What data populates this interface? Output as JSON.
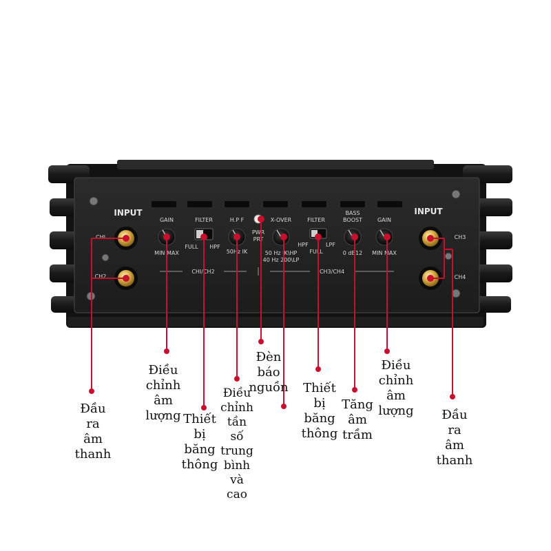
{
  "panel": {
    "input_left": "INPUT",
    "input_right": "INPUT",
    "ch1": "CHI",
    "ch2": "CH2",
    "ch3": "CH3",
    "ch4": "CH4",
    "gain1": "GAIN",
    "gain1_range": "MIN  MAX",
    "filter1": "FILTER",
    "filter1_full": "FULL",
    "filter1_hpf": "HPF",
    "hpf": "H.P F",
    "hpf_range": "50Hz  IK",
    "pwr": "PWR",
    "prt": "PRT",
    "xover": "X-OVER",
    "xover_range1": "50 Hz  IK\\HP",
    "xover_range2": "40 Hz  200\\LP",
    "filter2": "FILTER",
    "filter2_hpf": "HPF",
    "filter2_lpf": "LPF",
    "filter2_full": "FULL",
    "bass1": "BASS",
    "bass2": "BOOST",
    "bass_range": "0 dB12",
    "gain2": "GAIN",
    "gain2_range": "MIN  MAX",
    "section_left": "CHI/CH2",
    "section_right": "CH3/CH4"
  },
  "annotations": {
    "output_left": "Đầu\nra\nâm\nthanh",
    "volume_left": "Điều\nchỉnh\nâm\nlượng",
    "bandwidth_left": "Thiết\nbị\nbăng\nthông",
    "freq_adjust": "Điều\nchỉnh\ntần\nsố\ntrung\nbình\nvà\ncao",
    "power_led": "Đèn\nbáo\nnguồn",
    "bandwidth_right": "Thiết\nbị\nbăng\nthông",
    "bass_boost": "Tăng\nâm\ntrầm",
    "volume_right": "Điều\nchỉnh\nâm\nlượng",
    "output_right": "Đầu\nra\nâm\nthanh"
  },
  "colors": {
    "leader": "#c8102e",
    "body": "#141414",
    "panel": "#232323",
    "knob": "#0e0e0e",
    "gold": "#c9a23c"
  }
}
